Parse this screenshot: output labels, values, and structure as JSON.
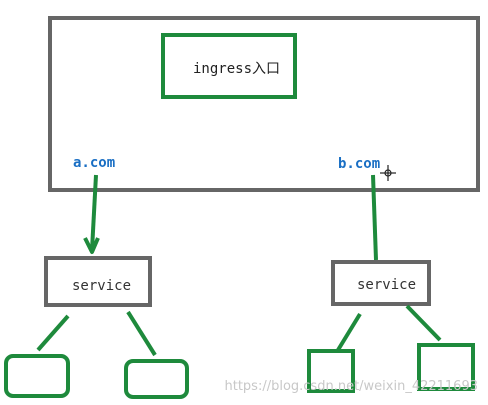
{
  "diagram": {
    "ingress_label": "ingress入口",
    "hosts": [
      {
        "label": "a.com"
      },
      {
        "label": "b.com"
      }
    ],
    "services": [
      {
        "label": "service"
      },
      {
        "label": "service"
      }
    ],
    "watermark": "https://blog.csdn.net/weixin_42211693"
  },
  "colors": {
    "frame": "#666666",
    "green": "#1e8a3c",
    "host_text": "#1a6fc4",
    "service_text": "#333333",
    "watermark": "#c8c8c8"
  }
}
